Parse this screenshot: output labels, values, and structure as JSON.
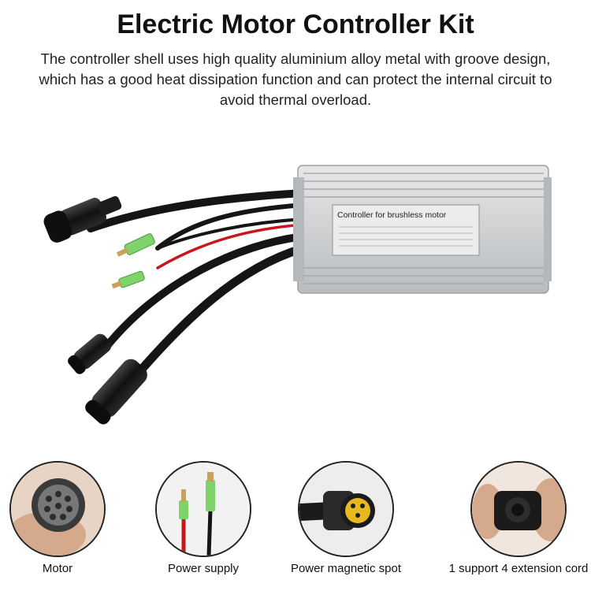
{
  "title": "Electric Motor Controller Kit",
  "description": "The controller shell uses high quality aluminium alloy metal with groove design, which has a good heat dissipation function and can protect the internal circuit to avoid thermal overload.",
  "controller_label": {
    "heading": "Controller for brushless motor"
  },
  "features": [
    {
      "icon": "motor-connector-icon",
      "caption": "Motor"
    },
    {
      "icon": "power-supply-icon",
      "caption": "Power supply"
    },
    {
      "icon": "magnetic-spot-icon",
      "caption": "Power magnetic spot"
    },
    {
      "icon": "extension-cord-icon",
      "caption": "1 support 4 extension cord"
    }
  ],
  "colors": {
    "housing": "#c9cbcd",
    "cable": "#1a1a1a",
    "red_wire": "#c8161d",
    "connector_green": "#7ed36a",
    "connector_yellow": "#e8b820"
  }
}
